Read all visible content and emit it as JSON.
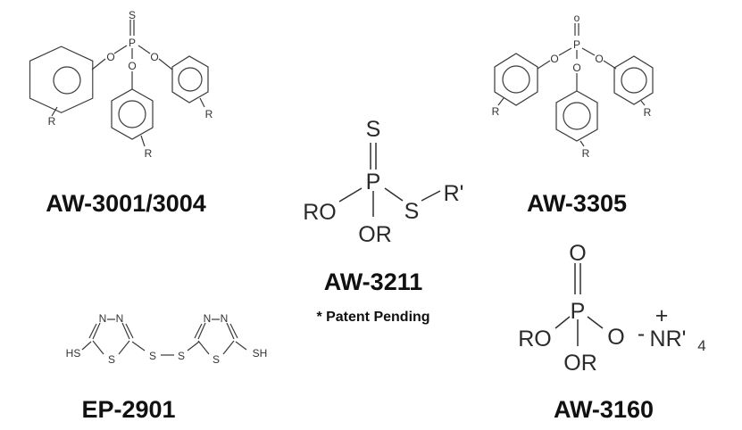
{
  "compounds": {
    "c1": {
      "name": "AW-3001/3004",
      "atoms": {
        "S": "S",
        "P": "P",
        "O_left": "O",
        "O_right": "O",
        "O_mid": "O",
        "R_left": "R",
        "R_right": "R",
        "R_mid": "R"
      }
    },
    "c2": {
      "name": "AW-3305",
      "atoms": {
        "O_top": "o",
        "P": "P",
        "O_left": "O",
        "O_right": "O",
        "O_mid": "O",
        "R_left": "R",
        "R_right": "R",
        "R_mid": "R"
      }
    },
    "c3": {
      "name": "AW-3211",
      "note": "* Patent Pending",
      "atoms": {
        "S_top": "S",
        "P": "P",
        "RO": "RO",
        "S_right": "S",
        "R_prime": "R'",
        "OR": "OR"
      }
    },
    "c4": {
      "name": "EP-2901",
      "atoms": {
        "N1": "N",
        "N2": "N",
        "N3": "N",
        "N4": "N",
        "HS": "HS",
        "S_ring1": "S",
        "S_link1": "S",
        "S_link2": "S",
        "S_ring2": "S",
        "SH": "SH"
      }
    },
    "c5": {
      "name": "AW-3160",
      "atoms": {
        "O_top": "O",
        "P": "P",
        "RO": "RO",
        "O_right": "O",
        "cation_base": "NR'",
        "cation_sub": "4",
        "cation_plus": "+",
        "cation_minus": "-",
        "OR": "OR"
      }
    }
  }
}
